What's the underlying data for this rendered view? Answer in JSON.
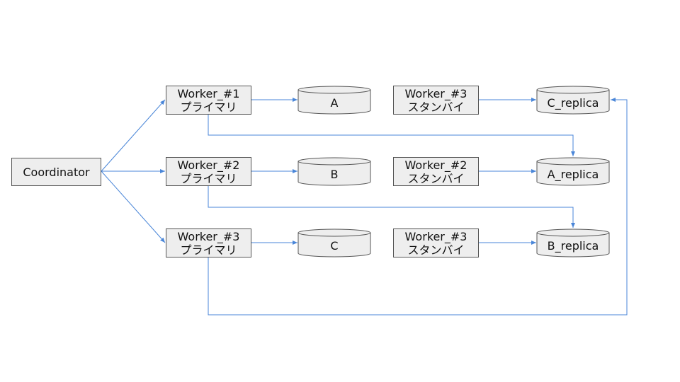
{
  "colors": {
    "arrow": "#4a86d8",
    "node_fill": "#eeeeee",
    "node_border": "#555555"
  },
  "coordinator": {
    "label": "Coordinator"
  },
  "primaries": [
    {
      "name": "Worker_#1",
      "role": "プライマリ"
    },
    {
      "name": "Worker_#2",
      "role": "プライマリ"
    },
    {
      "name": "Worker_#3",
      "role": "プライマリ"
    }
  ],
  "standbys": [
    {
      "name": "Worker_#3",
      "role": "スタンバイ"
    },
    {
      "name": "Worker_#2",
      "role": "スタンバイ"
    },
    {
      "name": "Worker_#3",
      "role": "スタンバイ"
    }
  ],
  "databases": [
    {
      "label": "A"
    },
    {
      "label": "B"
    },
    {
      "label": "C"
    }
  ],
  "replicas": [
    {
      "label": "C_replica"
    },
    {
      "label": "A_replica"
    },
    {
      "label": "B_replica"
    }
  ]
}
